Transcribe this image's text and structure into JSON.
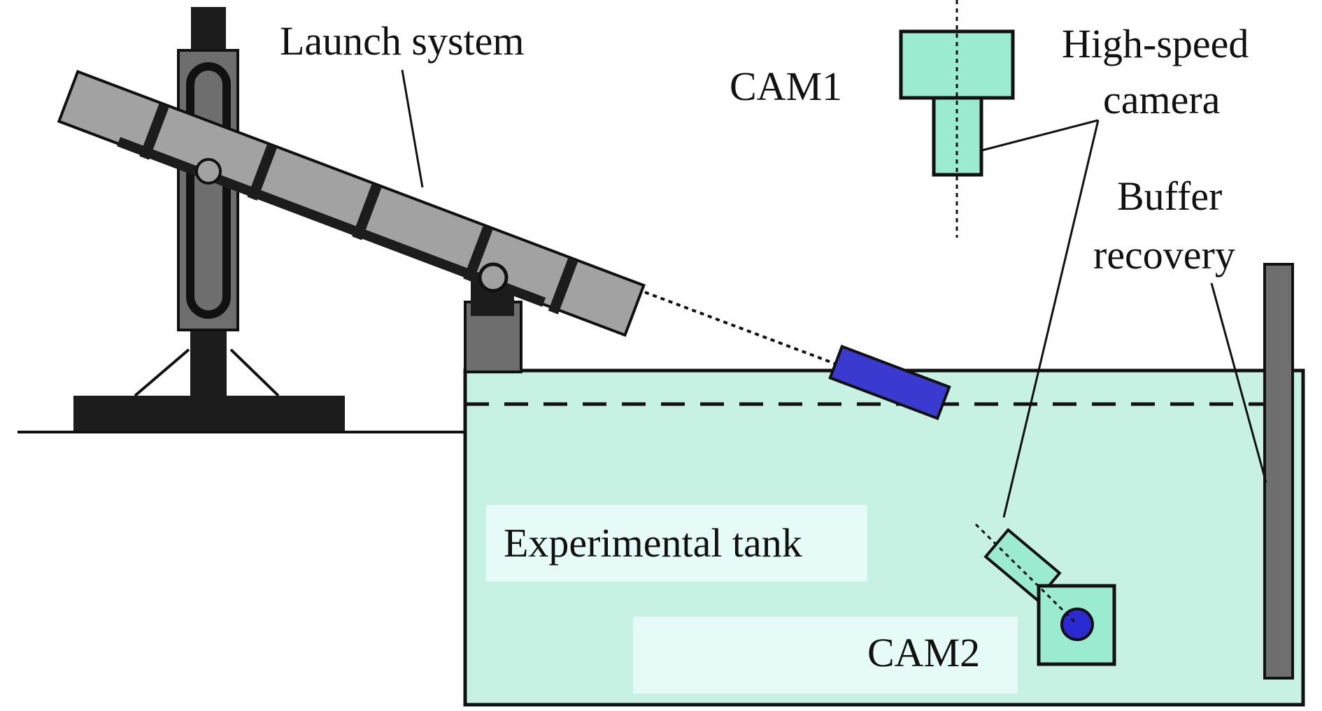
{
  "labels": {
    "launch_system": "Launch system",
    "cam1": "CAM1",
    "high_speed_line1": "High-speed",
    "high_speed_line2": "camera",
    "buffer_line1": "Buffer",
    "buffer_line2": "recovery",
    "experimental_tank": "Experimental tank",
    "cam2": "CAM2"
  },
  "colors": {
    "tank_water": "#c6f1e3",
    "camera_body": "#9aebd0",
    "label_box": "#e6fbf8",
    "launcher_tube": "#a2a2a2",
    "stand_dark": "#1c1c1c",
    "stand_grey": "#6e6e6e",
    "projectile": "#3a3ad0",
    "buffer_plate": "#6e6e6e",
    "outline": "#111111"
  }
}
